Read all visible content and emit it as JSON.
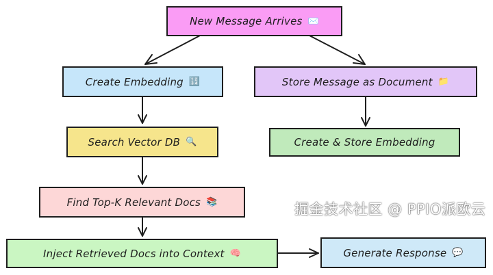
{
  "nodes": {
    "new_message": {
      "label": "New Message Arrives",
      "icon": "✉️",
      "color": "#fa9cf5"
    },
    "create_embedding": {
      "label": "Create Embedding",
      "icon": "🔢",
      "color": "#c6e6fa"
    },
    "store_document": {
      "label": "Store Message as Document",
      "icon": "📁",
      "color": "#e2c6f8"
    },
    "search_db": {
      "label": "Search Vector DB",
      "icon": "🔍",
      "color": "#f6e58c"
    },
    "create_store_embedding": {
      "label": "Create & Store Embedding",
      "icon": "",
      "color": "#c0eabb"
    },
    "find_docs": {
      "label": "Find Top-K Relevant Docs",
      "icon": "📚",
      "color": "#fdd7d7"
    },
    "inject_docs": {
      "label": "Inject Retrieved Docs into Context",
      "icon": "🧠",
      "color": "#caf6c2"
    },
    "generate_response": {
      "label": "Generate Response",
      "icon": "💬",
      "color": "#cfe9f8"
    }
  },
  "watermark": "掘金技术社区 @ PPIO派欧云"
}
